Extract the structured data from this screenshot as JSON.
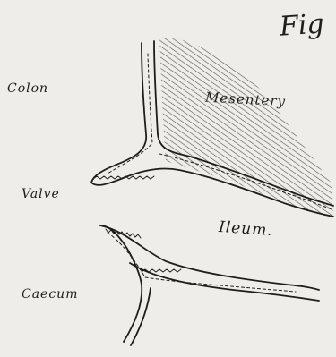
{
  "figure": {
    "fig_label": "Fig",
    "labels": {
      "colon": "Colon",
      "mesentery": "Mesentery",
      "valve": "Valve",
      "ileum": "Ileum.",
      "caecum": "Caecum"
    }
  },
  "colors": {
    "paper": "#eeede9",
    "ink": "#1e1d1b"
  }
}
